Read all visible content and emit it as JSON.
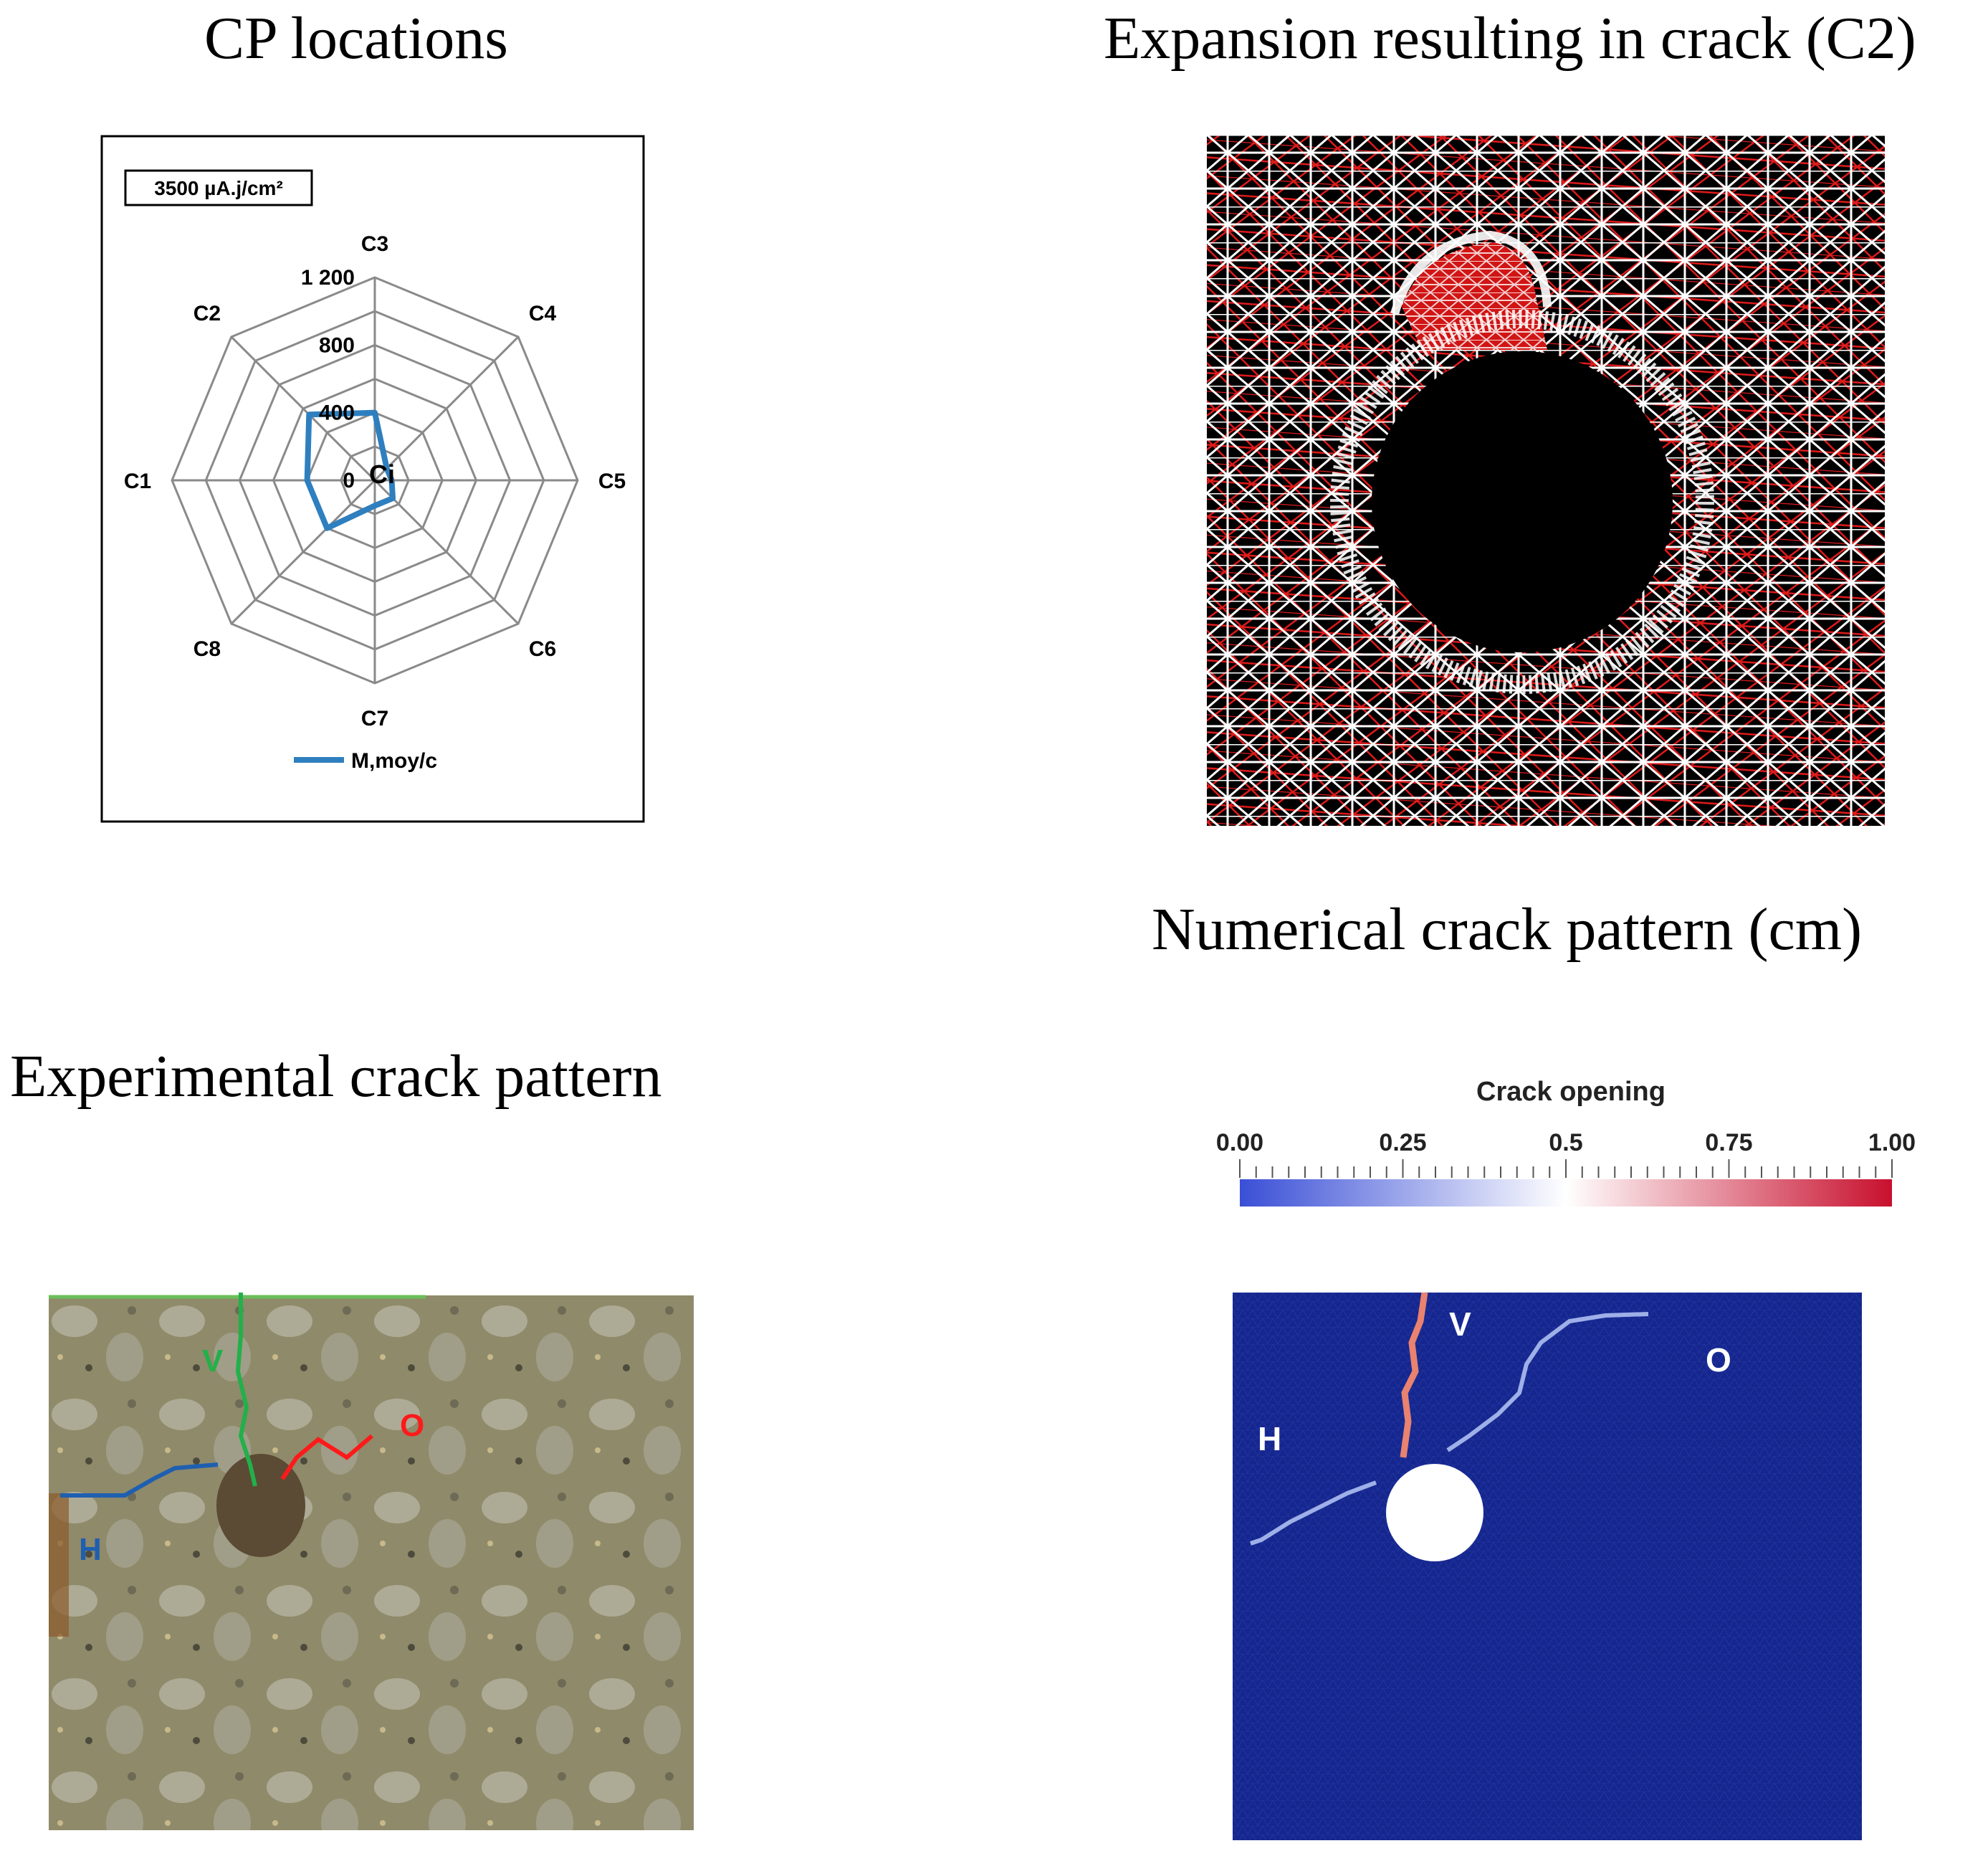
{
  "titles": {
    "cp_locations": "CP locations",
    "expansion": "Expansion resulting in crack (C2)",
    "numerical": "Numerical crack pattern (cm)",
    "experimental": "Experimental crack pattern"
  },
  "radar": {
    "box_label": "3500 µA.j/cm²",
    "center_label": "Ci",
    "axes": [
      "C3",
      "C4",
      "C5",
      "C6",
      "C7",
      "C8",
      "C1",
      "C2"
    ],
    "ticks": [
      "0",
      "400",
      "800",
      "1 200"
    ],
    "legend": "M,moy/c",
    "color": "#2e7fbf"
  },
  "chart_data": {
    "type": "radar",
    "categories": [
      "C1",
      "C2",
      "C3",
      "C4",
      "C5",
      "C6",
      "C7",
      "C8"
    ],
    "series": [
      {
        "name": "M,moy/c",
        "values": [
          400,
          550,
          400,
          100,
          100,
          150,
          150,
          400
        ]
      }
    ],
    "rlim": [
      0,
      1200
    ],
    "ticks": [
      0,
      400,
      800,
      1200
    ]
  },
  "colorbar": {
    "title": "Crack opening",
    "ticks": [
      "0.00",
      "0.25",
      "0.5",
      "0.75",
      "1.00"
    ],
    "colors": [
      "#3a4fd6",
      "#ffffff",
      "#c8102e"
    ]
  },
  "crack_labels": {
    "v": "V",
    "o": "O",
    "h": "H"
  },
  "colors": {
    "mesh_bg": "#000000",
    "mesh_white": "#ffffff",
    "mesh_red": "#e11b1b",
    "sim_bg": "#15278f",
    "photo": "#8f8a6a"
  }
}
